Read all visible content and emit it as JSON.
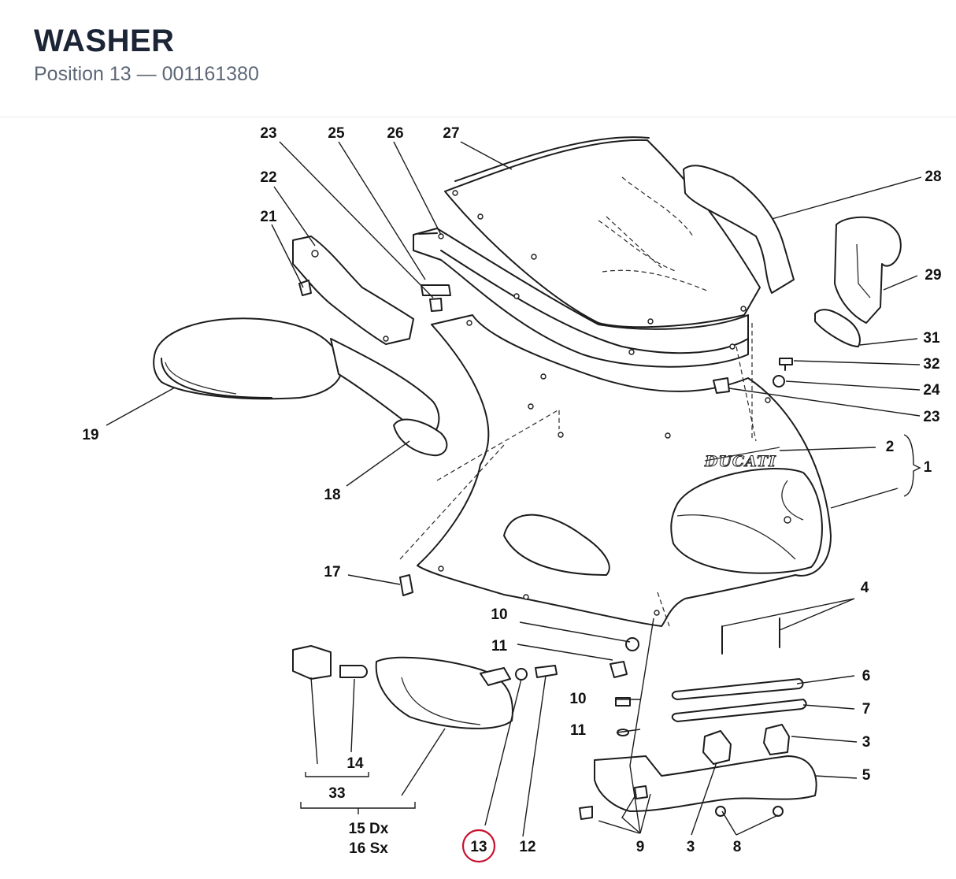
{
  "header": {
    "title": "WASHER",
    "subtitle": "Position 13 — 001161380"
  },
  "highlight": {
    "position": "13",
    "color": "#c8102e"
  },
  "brand_text": "DUCATI",
  "callouts": {
    "c23a": "23",
    "c25": "25",
    "c26": "26",
    "c27": "27",
    "c28": "28",
    "c22": "22",
    "c21": "21",
    "c29": "29",
    "c31": "31",
    "c32": "32",
    "c24": "24",
    "c23b": "23",
    "c19": "19",
    "c2": "2",
    "c1": "1",
    "c18": "18",
    "c17": "17",
    "c4": "4",
    "c10a": "10",
    "c11a": "11",
    "c6": "6",
    "c10b": "10",
    "c7": "7",
    "c11b": "11",
    "c3a": "3",
    "c5": "5",
    "c14": "14",
    "c33": "33",
    "c15": "15 Dx",
    "c16": "16 Sx",
    "c13": "13",
    "c12": "12",
    "c9": "9",
    "c3b": "3",
    "c8": "8"
  }
}
